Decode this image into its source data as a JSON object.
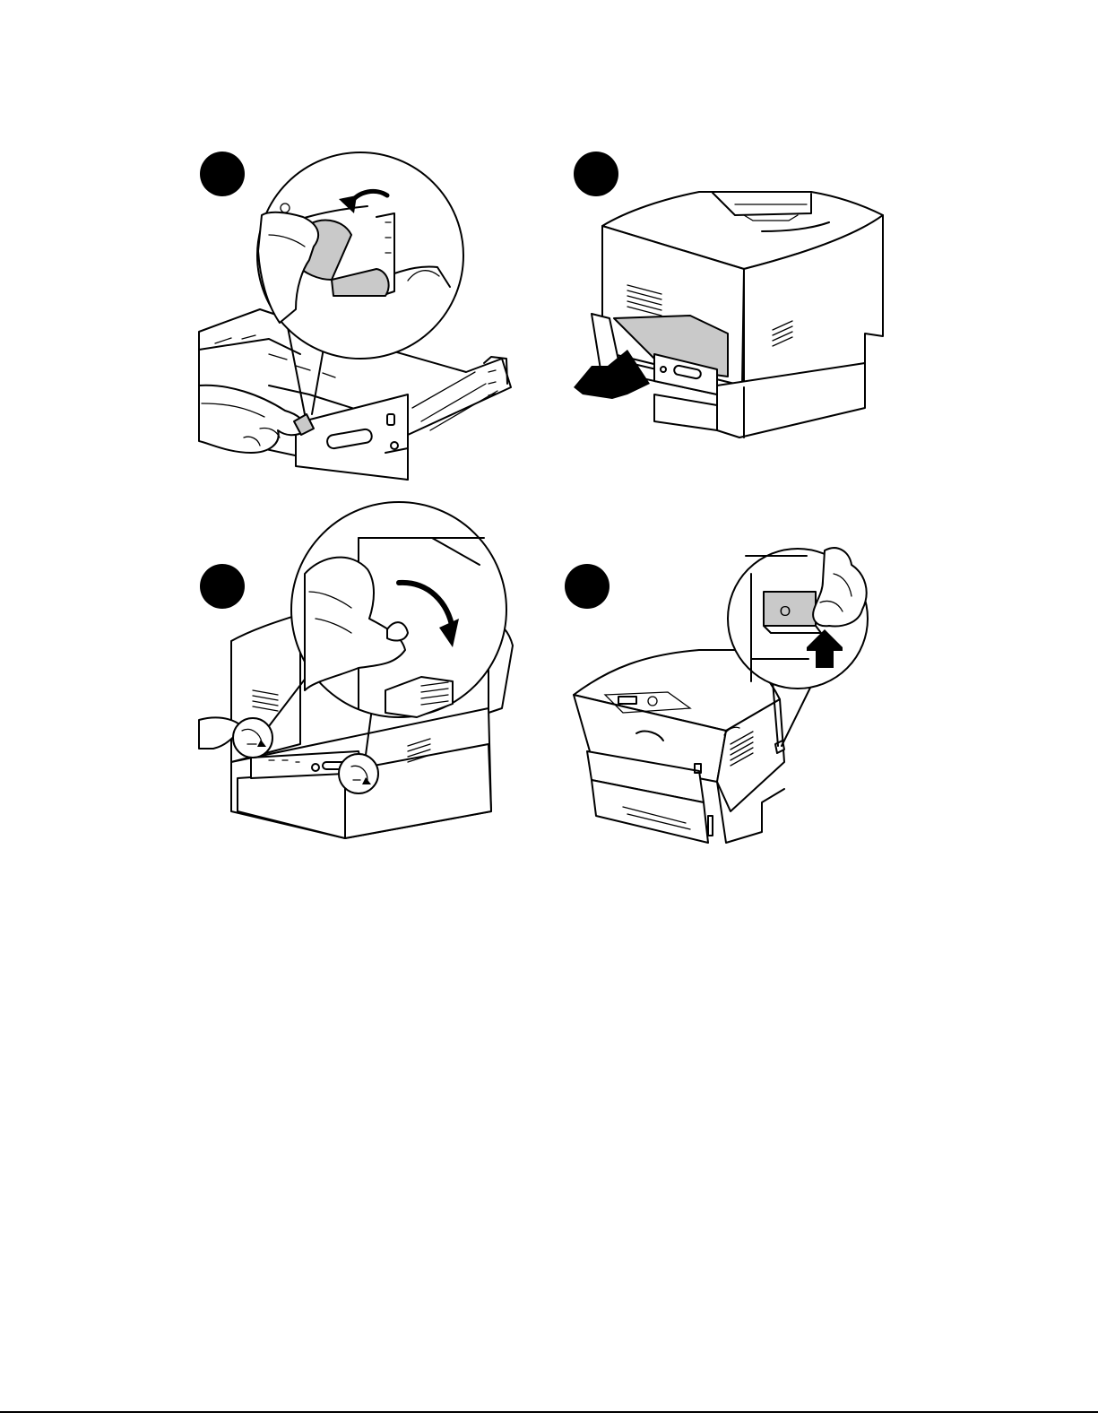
{
  "steps": [
    {
      "marker": "step-1-marker",
      "illustration": "pull-tab-connector-panel"
    },
    {
      "marker": "step-2-marker",
      "illustration": "insert-board-into-printer"
    },
    {
      "marker": "step-3-marker",
      "illustration": "tighten-screws"
    },
    {
      "marker": "step-4-marker",
      "illustration": "power-switch-on"
    }
  ],
  "power_switch_symbol": "O",
  "colors": {
    "ink": "#000000",
    "shade": "#c9c9c9",
    "paper": "#ffffff"
  }
}
